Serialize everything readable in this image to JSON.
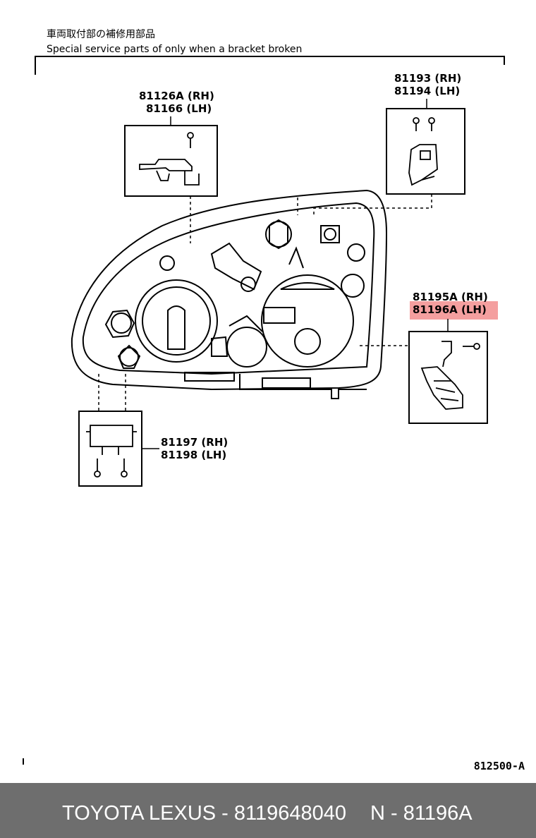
{
  "header": {
    "jp": "車両取付部の補修用部品",
    "en": "Special service parts of only when a bracket broken"
  },
  "parts": {
    "p1_rh": "81126A (RH)",
    "p1_lh": "81166 (LH)",
    "p2_rh": "81193 (RH)",
    "p2_lh": "81194 (LH)",
    "p3_rh": "81195A (RH)",
    "p3_lh": "81196A (LH)",
    "p4_rh": "81197 (RH)",
    "p4_lh": "81198 (LH)"
  },
  "figure_code": "812500-A",
  "footer": {
    "left": "TOYOTA LEXUS - 8119648040",
    "right": "N - 81196A"
  },
  "colors": {
    "highlight": "#eb5050",
    "footer_bg": "#6e6e6e"
  }
}
